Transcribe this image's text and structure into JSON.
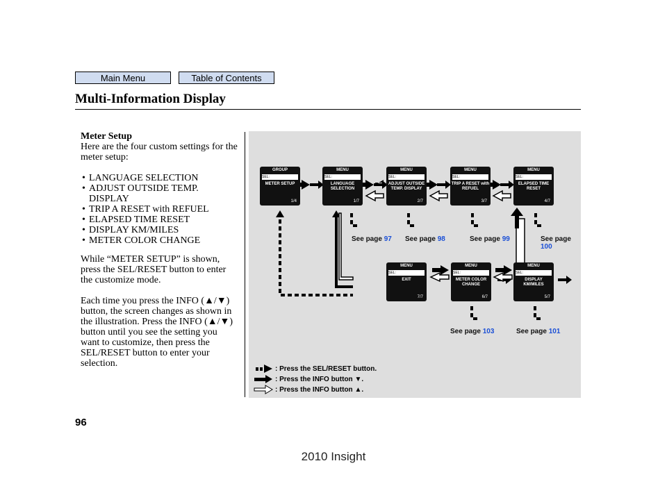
{
  "nav": {
    "main_menu": "Main Menu",
    "toc": "Table of Contents"
  },
  "page_title": "Multi-Information Display",
  "section_heading": "Meter Setup",
  "intro": "Here are the four custom settings for the meter setup:",
  "bullets": [
    "LANGUAGE SELECTION",
    "ADJUST OUTSIDE TEMP.",
    "DISPLAY",
    "TRIP A RESET with REFUEL",
    "ELAPSED TIME RESET",
    "DISPLAY KM/MILES",
    "METER COLOR CHANGE"
  ],
  "para2": "While “METER SETUP” is shown, press the SEL/RESET button to enter the customize mode.",
  "para3": "Each time you press the INFO (▲/▼) button, the screen changes as shown in the illustration. Press the INFO (▲/▼) button until you see the setting you want to customize, then press the SEL/RESET button to enter your selection.",
  "page_number": "96",
  "footer": "2010 Insight",
  "screens": [
    {
      "hdr": "GROUP",
      "lbl": "METER SETUP",
      "idx": "1/4"
    },
    {
      "hdr": "MENU",
      "lbl": "LANGUAGE SELECTION",
      "idx": "1/7"
    },
    {
      "hdr": "MENU",
      "lbl": "ADJUST OUTSIDE TEMP. DISPLAY",
      "idx": "2/7"
    },
    {
      "hdr": "MENU",
      "lbl": "TRIP A RESET with REFUEL",
      "idx": "3/7"
    },
    {
      "hdr": "MENU",
      "lbl": "ELAPSED TIME RESET",
      "idx": "4/7"
    },
    {
      "hdr": "MENU",
      "lbl": "EXIT",
      "idx": "7/7"
    },
    {
      "hdr": "MENU",
      "lbl": "METER COLOR CHANGE",
      "idx": "6/7"
    },
    {
      "hdr": "MENU",
      "lbl": "DISPLAY KM/MILES",
      "idx": "5/7"
    }
  ],
  "see_label": "See page",
  "see_pages": [
    "97",
    "98",
    "99",
    "100",
    "103",
    "101"
  ],
  "legend": [
    ": Press the SEL/RESET button.",
    ": Press the INFO button ▼.",
    ": Press the INFO button ▲."
  ],
  "sel_text": "SEL:"
}
